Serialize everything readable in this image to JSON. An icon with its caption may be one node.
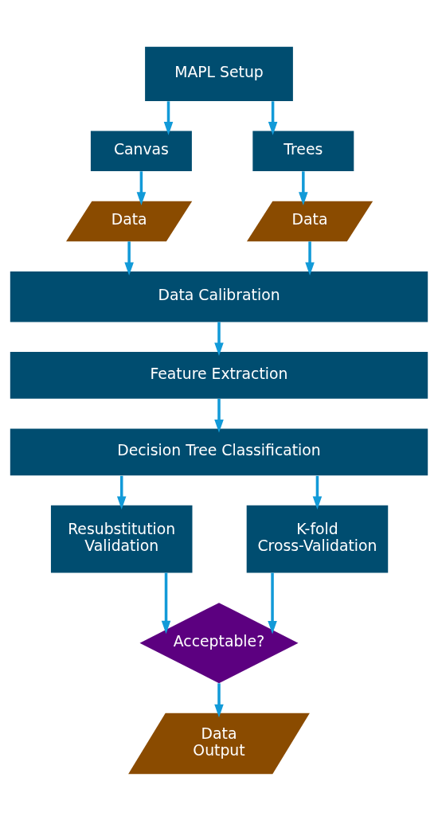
{
  "diagram": {
    "nodes": [
      {
        "text": [
          "MAPL Setup"
        ]
      },
      {
        "text": [
          "Canvas"
        ]
      },
      {
        "text": [
          "Trees"
        ]
      },
      {
        "text": [
          "Data"
        ]
      },
      {
        "text": [
          "Data"
        ]
      },
      {
        "text": [
          "Data Calibration"
        ]
      },
      {
        "text": [
          "Feature Extraction"
        ]
      },
      {
        "text": [
          "Decision Tree Classification"
        ]
      },
      {
        "text": [
          "Resubstitution Validation"
        ]
      },
      {
        "text": [
          "K-fold Cross-Validation"
        ]
      },
      {
        "text": [
          "Acceptable?"
        ]
      },
      {
        "text": [
          "Data Output"
        ]
      }
    ],
    "edges": [
      {
        "from": 0,
        "to": 1,
        "arrow": "to"
      },
      {
        "from": 0,
        "to": 2,
        "arrow": "to"
      },
      {
        "from": 1,
        "to": 3,
        "arrow": "to"
      },
      {
        "from": 2,
        "to": 4,
        "arrow": "to"
      },
      {
        "from": 3,
        "to": 5,
        "arrow": "to"
      },
      {
        "from": 4,
        "to": 5,
        "arrow": "to"
      },
      {
        "from": 5,
        "to": 6,
        "arrow": "to"
      },
      {
        "from": 6,
        "to": 7,
        "arrow": "to"
      },
      {
        "from": 7,
        "to": 8,
        "arrow": "to"
      },
      {
        "from": 7,
        "to": 9,
        "arrow": "to"
      },
      {
        "from": 8,
        "to": 10,
        "arrow": "to"
      },
      {
        "from": 9,
        "to": 10,
        "arrow": "to"
      },
      {
        "from": 10,
        "to": 11,
        "arrow": "to"
      }
    ]
  }
}
